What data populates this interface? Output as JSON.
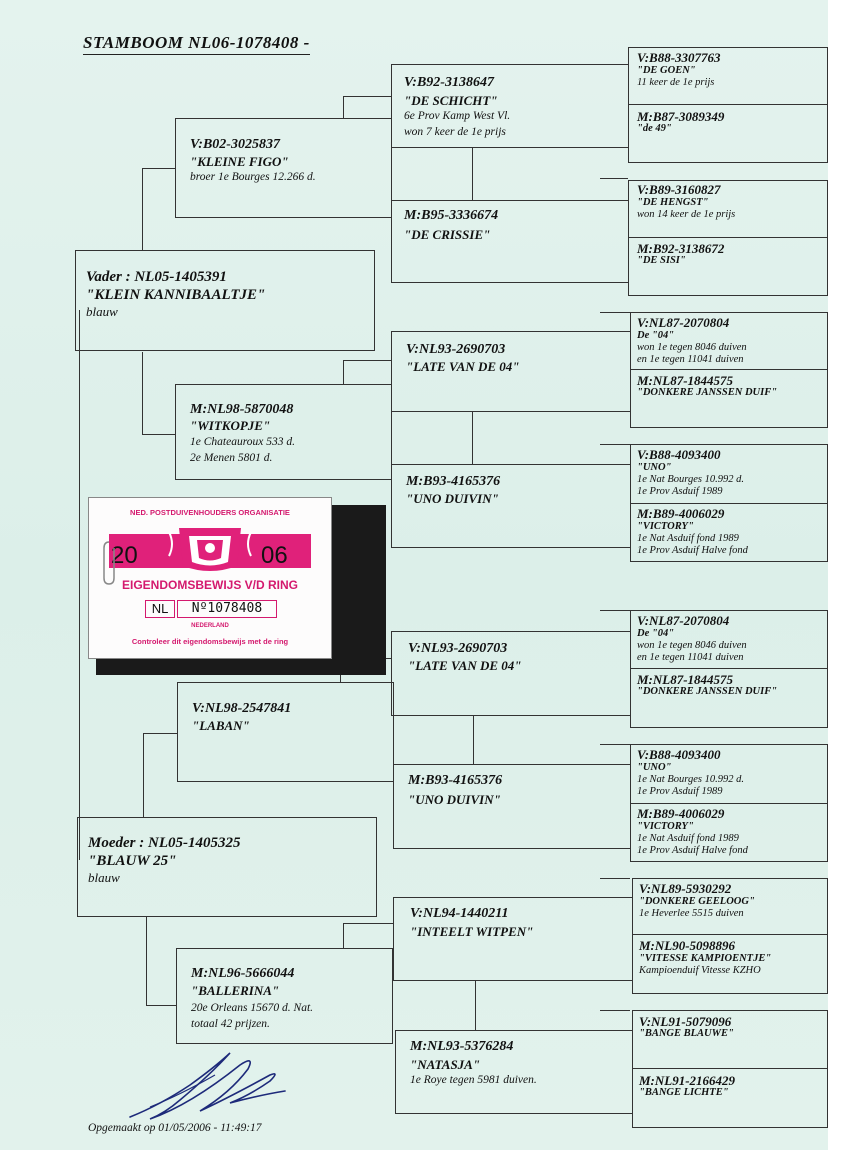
{
  "title": "STAMBOOM  NL06-1078408 -",
  "gen1": {
    "father": {
      "code": "Vader : NL05-1405391",
      "name": "\"KLEIN KANNIBAALTJE\"",
      "note": "blauw"
    },
    "mother": {
      "code": "Moeder : NL05-1405325",
      "name": "\"BLAUW 25\"",
      "note": "blauw"
    }
  },
  "gen2": [
    {
      "code": "V:B02-3025837",
      "name": "\"KLEINE FIGO\"",
      "notes": [
        "broer 1e Bourges 12.266 d."
      ]
    },
    {
      "code": "M:NL98-5870048",
      "name": "\"WITKOPJE\"",
      "notes": [
        "1e Chateauroux 533 d.",
        "2e Menen  5801 d."
      ]
    },
    {
      "code": "V:NL98-2547841",
      "name": "\"LABAN\"",
      "notes": []
    },
    {
      "code": "M:NL96-5666044",
      "name": "\"BALLERINA\"",
      "notes": [
        "20e Orleans 15670 d. Nat.",
        "totaal 42 prijzen."
      ]
    }
  ],
  "gen3": [
    {
      "code": "V:B92-3138647",
      "name": "\"DE SCHICHT\"",
      "notes": [
        "6e Prov Kamp West Vl.",
        "won 7 keer de 1e prijs"
      ]
    },
    {
      "code": "M:B95-3336674",
      "name": "\"DE CRISSIE\"",
      "notes": []
    },
    {
      "code": "V:NL93-2690703",
      "name": "\"LATE VAN DE 04\"",
      "notes": []
    },
    {
      "code": "M:B93-4165376",
      "name": "\"UNO DUIVIN\"",
      "notes": []
    },
    {
      "code": "V:NL93-2690703",
      "name": "\"LATE VAN DE 04\"",
      "notes": []
    },
    {
      "code": "M:B93-4165376",
      "name": "\"UNO DUIVIN\"",
      "notes": []
    },
    {
      "code": "V:NL94-1440211",
      "name": "\"INTEELT WITPEN\"",
      "notes": []
    },
    {
      "code": "M:NL93-5376284",
      "name": "\"NATASJA\"",
      "notes": [
        "1e Roye tegen 5981 duiven."
      ]
    }
  ],
  "gen4": [
    {
      "code": "V:B88-3307763",
      "name": "\"DE GOEN\"",
      "notes": [
        "11 keer de 1e prijs"
      ]
    },
    {
      "code": "M:B87-3089349",
      "name": "\"de 49\"",
      "notes": []
    },
    {
      "code": "V:B89-3160827",
      "name": "\"DE HENGST\"",
      "notes": [
        "won 14 keer de 1e prijs"
      ]
    },
    {
      "code": "M:B92-3138672",
      "name": "\"DE SISI\"",
      "notes": []
    },
    {
      "code": "V:NL87-2070804",
      "name": "De \"04\"",
      "notes": [
        "won 1e tegen 8046 duiven",
        "en 1e tegen 11041 duiven"
      ]
    },
    {
      "code": "M:NL87-1844575",
      "name": "\"DONKERE JANSSEN DUIF\"",
      "notes": []
    },
    {
      "code": "V:B88-4093400",
      "name": "\"UNO\"",
      "notes": [
        "1e Nat Bourges 10.992 d.",
        "1e Prov Asduif 1989"
      ]
    },
    {
      "code": "M:B89-4006029",
      "name": "\"VICTORY\"",
      "notes": [
        "1e Nat Asduif fond 1989",
        "1e Prov Asduif Halve fond"
      ]
    },
    {
      "code": "V:NL87-2070804",
      "name": "De \"04\"",
      "notes": [
        "won 1e tegen 8046 duiven",
        "en 1e tegen 11041 duiven"
      ]
    },
    {
      "code": "M:NL87-1844575",
      "name": "\"DONKERE JANSSEN DUIF\"",
      "notes": []
    },
    {
      "code": "V:B88-4093400",
      "name": "\"UNO\"",
      "notes": [
        "1e Nat Bourges 10.992 d.",
        "1e Prov Asduif 1989"
      ]
    },
    {
      "code": "M:B89-4006029",
      "name": "\"VICTORY\"",
      "notes": [
        "1e Nat Asduif fond 1989",
        "1e Prov Asduif Halve fond"
      ]
    },
    {
      "code": "V:NL89-5930292",
      "name": "\"DONKERE GEELOOG\"",
      "notes": [
        "1e Heverlee  5515 duiven"
      ]
    },
    {
      "code": "M:NL90-5098896",
      "name": "\"VITESSE KAMPIOENTJE\"",
      "notes": [
        "Kampioenduif Vitesse KZHO"
      ]
    },
    {
      "code": "V:NL91-5079096",
      "name": "\"BANGE BLAUWE\"",
      "notes": []
    },
    {
      "code": "M:NL91-2166429",
      "name": "\"BANGE LICHTE\"",
      "notes": []
    }
  ],
  "certificate": {
    "org": "NED. POSTDUIVENHOUDERS ORGANISATIE",
    "year_left": "20",
    "year_right": "06",
    "title": "EIGENDOMSBEWIJS V/D RING",
    "country_code": "NL",
    "number": "Nº1078408",
    "country": "NEDERLAND",
    "footer": "Controleer dit eigendomsbewijs met de ring",
    "accent": "#d4196e"
  },
  "footer": "Opgemaakt op 01/05/2006 - 11:49:17",
  "colors": {
    "background": "#dcefe9",
    "lines": "#333333",
    "ink": "#111111"
  }
}
